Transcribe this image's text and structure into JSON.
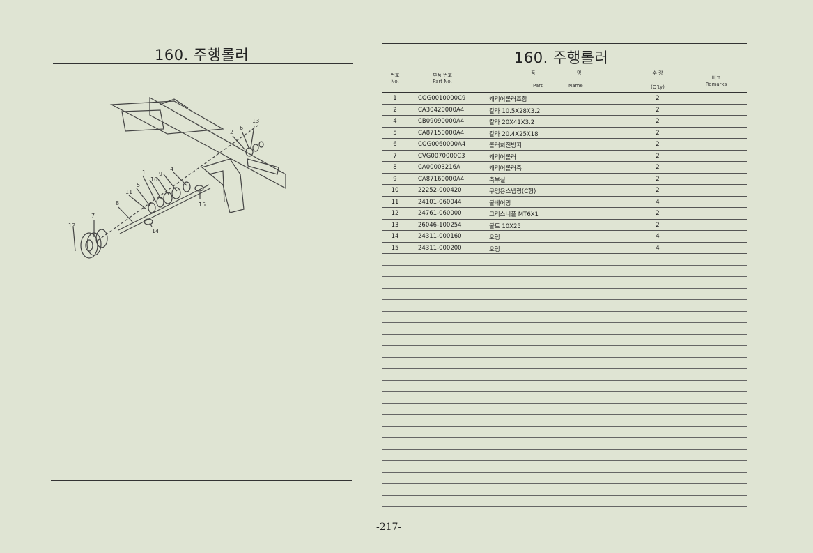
{
  "left": {
    "title": "160. 주행롤러",
    "callouts": [
      "13",
      "6",
      "2",
      "1",
      "10",
      "9",
      "4",
      "5",
      "11",
      "8",
      "7",
      "12",
      "15",
      "14"
    ]
  },
  "right": {
    "title": "160. 주행롤러",
    "headers": {
      "no_kr": "번호",
      "no_en": "No.",
      "part_kr": "부품 번호",
      "part_en": "Part No.",
      "name_kr1": "품",
      "name_kr2": "명",
      "name_en1": "Part",
      "name_en2": "Name",
      "qty_kr": "수 량",
      "qty_en": "(Q'ty)",
      "remarks_kr": "비고",
      "remarks_en": "Remarks"
    },
    "rows": [
      {
        "no": "1",
        "part": "CQG0010000C9",
        "name": "캐리어롤러조합",
        "qty": "2"
      },
      {
        "no": "2",
        "part": "CA30420000A4",
        "name": "칼라 10.5X28X3.2",
        "qty": "2"
      },
      {
        "no": "4",
        "part": "CB09090000A4",
        "name": "칼라 20X41X3.2",
        "qty": "2"
      },
      {
        "no": "5",
        "part": "CA87150000A4",
        "name": "칼라 20.4X25X18",
        "qty": "2"
      },
      {
        "no": "6",
        "part": "CQG0060000A4",
        "name": "롤러회전방지",
        "qty": "2"
      },
      {
        "no": "7",
        "part": "CVG0070000C3",
        "name": "캐리어롤러",
        "qty": "2"
      },
      {
        "no": "8",
        "part": "CA00003216A",
        "name": "캐리어롤러축",
        "qty": "2"
      },
      {
        "no": "9",
        "part": "CA87160000A4",
        "name": "축부실",
        "qty": "2"
      },
      {
        "no": "10",
        "part": "22252-000420",
        "name": "구멍용스냅링(C형)",
        "qty": "2"
      },
      {
        "no": "11",
        "part": "24101-060044",
        "name": "볼베어링",
        "qty": "4"
      },
      {
        "no": "12",
        "part": "24761-060000",
        "name": "그리스니플 MT6X1",
        "qty": "2"
      },
      {
        "no": "13",
        "part": "26046-100254",
        "name": "볼트 10X25",
        "qty": "2"
      },
      {
        "no": "14",
        "part": "24311-000160",
        "name": "오링",
        "qty": "4"
      },
      {
        "no": "15",
        "part": "24311-000200",
        "name": "오링",
        "qty": "4"
      }
    ],
    "empty_rows": 22
  },
  "footer": {
    "page": "-217-"
  }
}
